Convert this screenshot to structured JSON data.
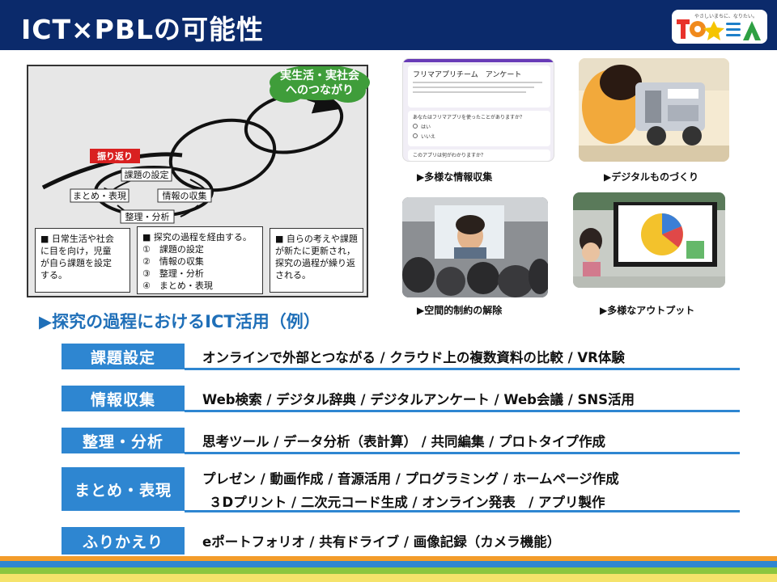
{
  "header": {
    "title": "ICT×PBLの可能性",
    "logo_tagline": "やさしいまちに、なりたい。"
  },
  "diagram": {
    "cloud_line1": "実生活・実社会",
    "cloud_line2": "へのつながり",
    "furikaeri": "振り返り",
    "kadai": "課題の設定",
    "matome": "まとめ・表現",
    "joho": "情報の収集",
    "seiri": "整理・分析",
    "box1": {
      "bullet": "■",
      "lines": [
        "日常生活や社会",
        "に目を向け，児童",
        "が自ら課題を設定",
        "する。"
      ]
    },
    "box2": {
      "bullet": "■",
      "lines": [
        "探究の過程を経由する。",
        "①　課題の設定",
        "②　情報の収集",
        "③　整理・分析",
        "④　まとめ・表現"
      ]
    },
    "box3": {
      "bullet": "■",
      "lines": [
        "自らの考えや課題",
        "が新たに更新され，",
        "探究の過程が繰り返",
        "される。"
      ]
    }
  },
  "photos": {
    "survey_title": "フリマアプリチーム　アンケート",
    "survey_question": "あなたはフリマアプリを使ったことがありますか？",
    "survey_opt1": "はい",
    "survey_opt2": "いいえ",
    "survey_question2": "このアプリは何がわかりますか？",
    "caption1": "▶多様な情報収集",
    "caption2": "▶デジタルものづくり",
    "caption3": "▶空間的制約の解除",
    "caption4": "▶多様なアウトプット"
  },
  "section_heading": "▶探究の過程におけるICT活用（例）",
  "rows": [
    {
      "label": "課題設定",
      "lines": [
        "オンラインで外部とつながる / クラウド上の複数資料の比較 / VR体験"
      ]
    },
    {
      "label": "情報収集",
      "lines": [
        "Web検索 / デジタル辞典 / デジタルアンケート / Web会議 / SNS活用"
      ]
    },
    {
      "label": "整理・分析",
      "lines": [
        "思考ツール / データ分析（表計算） / 共同編集 / プロトタイプ作成"
      ]
    },
    {
      "label": "まとめ・表現",
      "lines": [
        "プレゼン / 動画作成 / 音源活用 / プログラミング / ホームページ作成",
        "３Dプリント / 二次元コード生成 /  オンライン発表　/ アプリ製作"
      ]
    },
    {
      "label": "ふりかえり",
      "lines": [
        "eポートフォリオ / 共有ドライブ / 画像記録（カメラ機能）"
      ]
    }
  ],
  "colors": {
    "header_bg": "#0b2a6b",
    "accent_blue": "#2e86d1",
    "heading_blue": "#1f6fb8",
    "cloud_green": "#3f9d3a",
    "furikaeri_red": "#d92020"
  }
}
